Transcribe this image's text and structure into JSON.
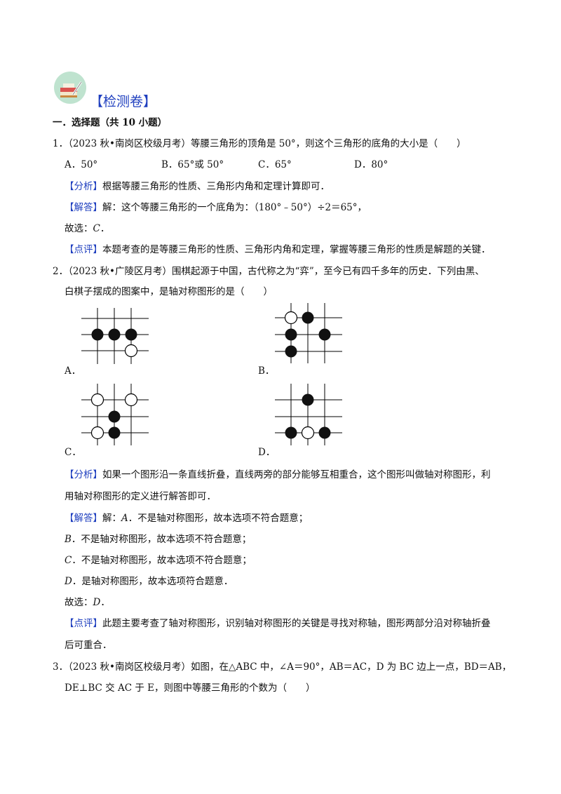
{
  "header": {
    "logo_icon": "book-pencil-icon",
    "title": "【检测卷】"
  },
  "section": {
    "heading": "一．选择题（共 10 小题）"
  },
  "q1": {
    "num": "1．",
    "stem": "（2023 秋•南岗区校级月考）等腰三角形的顶角是 50°，则这个三角形的底角的大小是（　　）",
    "options": [
      "A．50°",
      "B．65°或 50°",
      "C．65°",
      "D．80°"
    ],
    "analysis_tag": "【分析】",
    "analysis": "根据等腰三角形的性质、三角形内角和定理计算即可．",
    "answer_tag": "【解答】",
    "answer": "解：这个等腰三角形的一个底角为：（180°﹣50°）÷2＝65°，",
    "choose_prefix": "故选：",
    "choose_letter": "C",
    "choose_suffix": "．",
    "comment_tag": "【点评】",
    "comment": "本题考查的是等腰三角形的性质、三角形内角和定理，掌握等腰三角形的性质是解题的关键．"
  },
  "q2": {
    "num": "2．",
    "stem_line1": "（2023 秋•广陵区月考）围棋起源于中国，古代称之为“弈”，至今已有四千多年的历史．下列由黑、",
    "stem_line2": "白棋子摆成的图案中，是轴对称图形的是（　　）",
    "option_labels": [
      "A．",
      "B．",
      "C．",
      "D．"
    ],
    "analysis_tag": "【分析】",
    "analysis_line1": "如果一个图形沿一条直线折叠，直线两旁的部分能够互相重合，这个图形叫做轴对称图形，利",
    "analysis_line2": "用轴对称图形的定义进行解答即可．",
    "answer_tag": "【解答】",
    "answer_prefix": "解：",
    "answer_a_letter": "A",
    "answer_a_text": "．不是轴对称图形，故本选项不符合题意；",
    "answer_b_letter": "B",
    "answer_b_text": "．不是轴对称图形，故本选项不符合题意；",
    "answer_c_letter": "C",
    "answer_c_text": "．不是轴对称图形，故本选项不符合题意；",
    "answer_d_letter": "D",
    "answer_d_text": "．是轴对称图形，故本选项符合题意．",
    "choose_prefix": "故选：",
    "choose_letter": "D",
    "choose_suffix": "．",
    "comment_tag": "【点评】",
    "comment_line1": "此题主要考查了轴对称图形，识别轴对称图形的关键是寻找对称轴，图形两部分沿对称轴折叠",
    "comment_line2": "后可重合．"
  },
  "q3": {
    "num": "3．",
    "line1": "（2023 秋•南岗区校级月考）如图，在△ABC 中，∠A＝90°，AB＝AC，D 为 BC 边上一点，BD＝AB，",
    "line2": "DE⊥BC 交 AC 于 E，则图中等腰三角形的个数为（　　）"
  }
}
